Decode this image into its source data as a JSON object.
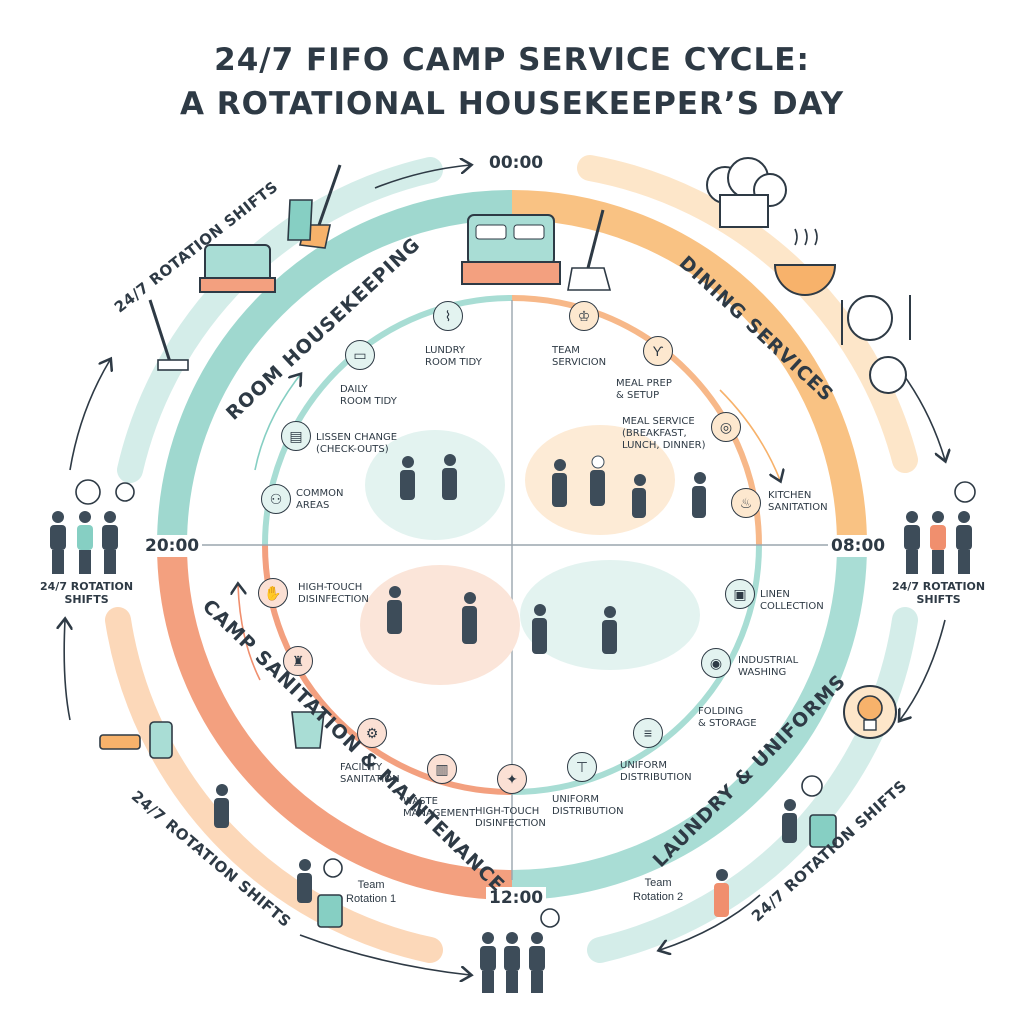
{
  "title": {
    "line1": "24/7 FIFO CAMP SERVICE CYCLE:",
    "line2": "A ROTATIONAL HOUSEKEEPER’S DAY"
  },
  "times": {
    "t0000": "00:00",
    "t0800": "08:00",
    "t1200": "12:00",
    "t2000": "20:00"
  },
  "sections": {
    "room": "ROOM HOUSEKEEPING",
    "dining": "DINING SERVICES",
    "laundry": "LAUNDRY & UNIFORMS",
    "sanitation": "CAMP SANITATION & MAINTENANCE"
  },
  "room_tasks": {
    "laundry_tidy": "LUNDRY\nROOM TIDY",
    "daily_tidy": "DAILY\nROOM TIDY",
    "linen_change": "LISSEN CHANGE\n(CHECK-OUTS)",
    "common_areas": "COMMON\nAREAS"
  },
  "dining_tasks": {
    "team": "TEAM\nSERVICION",
    "meal_prep": "MEAL PREP\n& SETUP",
    "meal_service": "MEAL SERVICE\n(BREAKFAST,\nLUNCH, DINNER)",
    "kitchen": "KITCHEN\nSANITATION"
  },
  "laundry_tasks": {
    "linen": "LINEN\nCOLLECTION",
    "washing": "INDUSTRIAL\nWASHING",
    "folding": "FOLDING\n& STORAGE",
    "uniform_dist_1": "UNIFORM\nDISTRIBUTION",
    "uniform_dist_2": "UNIFORM\nDISTRIBUTION"
  },
  "sanitation_tasks": {
    "high_touch_1": "HIGH-TOUCH\nDISINFECTION",
    "facility": "FACILITY\nSANITATION",
    "waste": "WASTE\nMANAGEMENT",
    "high_touch_2": "HIGH-TOUCH\nDISINFECTION"
  },
  "rotation": {
    "left": "24/7 ROTATION\nSHIFTS",
    "right": "24/7 ROTATION\nSHIFTS",
    "arc_top_left": "24/7 ROTATION SHIFTS",
    "arc_bottom_left": "24/7 ROTATION SHIFTS",
    "arc_bottom_right": "24/7 ROTATION SHIFTS"
  },
  "teams": {
    "team1": "Team\nRotation 1",
    "team2": "Team\nRotation 2"
  },
  "colors": {
    "teal": "#86cfc3",
    "teal_light": "#cdebe6",
    "orange": "#f7b26b",
    "orange_light": "#fce3c4",
    "salmon": "#f08f6e",
    "dark": "#2e3a45"
  },
  "icons": [
    "broom-icon",
    "dustpan-icon",
    "bed-icon",
    "mop-icon",
    "chef-hat-icon",
    "bowl-icon",
    "plate-icon",
    "clock-icon",
    "lightbulb-icon",
    "recycle-bin-icon",
    "spray-bottle-icon",
    "bucket-icon",
    "worker-icon"
  ]
}
